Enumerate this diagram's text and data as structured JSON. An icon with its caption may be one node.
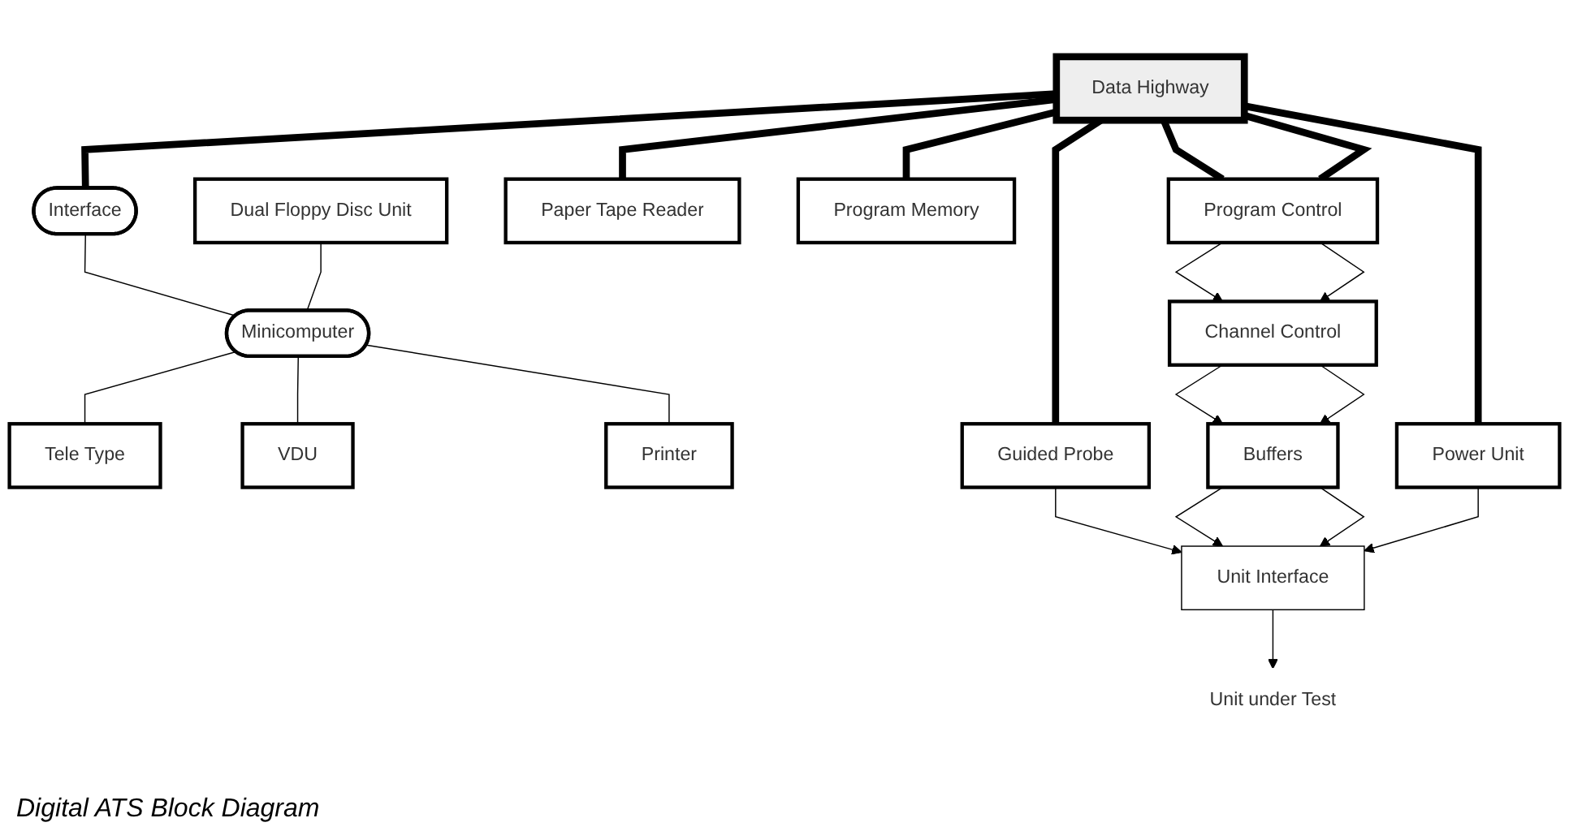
{
  "diagram": {
    "caption": "Digital ATS Block Diagram",
    "nodes": [
      {
        "text": [
          "Data Highway"
        ]
      },
      {
        "text": [
          "Interface"
        ]
      },
      {
        "text": [
          "Guided Probe"
        ]
      },
      {
        "text": [
          "Paper Tape Reader"
        ]
      },
      {
        "text": [
          "Program Memory"
        ]
      },
      {
        "text": [
          "Program Control"
        ]
      },
      {
        "text": [
          "Dual Floppy Disc Unit"
        ]
      },
      {
        "text": [
          "Minicomputer"
        ]
      },
      {
        "text": [
          "Channel Control"
        ]
      },
      {
        "text": [
          "Tele Type"
        ]
      },
      {
        "text": [
          "VDU"
        ]
      },
      {
        "text": [
          "Printer"
        ]
      },
      {
        "text": [
          "Buffers"
        ]
      },
      {
        "text": [
          "Power Unit"
        ]
      },
      {
        "text": [
          "Unit Interface"
        ]
      },
      {
        "text": [
          "Unit under Test"
        ]
      }
    ],
    "edges": [
      {
        "from": 0,
        "to": 1,
        "arrow": "none",
        "style": "thick"
      },
      {
        "from": 0,
        "to": 2,
        "arrow": "none",
        "style": "thick"
      },
      {
        "from": 0,
        "to": 3,
        "arrow": "none",
        "style": "thick"
      },
      {
        "from": 0,
        "to": 4,
        "arrow": "none",
        "style": "thick"
      },
      {
        "from": 0,
        "to": 5,
        "arrow": "none",
        "style": "thick"
      },
      {
        "from": 0,
        "to": 5,
        "arrow": "none",
        "style": "thick"
      },
      {
        "from": 0,
        "to": 13,
        "arrow": "none",
        "style": "thick"
      },
      {
        "from": 1,
        "to": 7,
        "arrow": "none"
      },
      {
        "from": 6,
        "to": 7,
        "arrow": "none"
      },
      {
        "from": 7,
        "to": 9,
        "arrow": "none"
      },
      {
        "from": 7,
        "to": 10,
        "arrow": "none"
      },
      {
        "from": 7,
        "to": 11,
        "arrow": "none"
      },
      {
        "from": 5,
        "to": 8,
        "arrow": "to"
      },
      {
        "from": 5,
        "to": 8,
        "arrow": "to"
      },
      {
        "from": 8,
        "to": 12,
        "arrow": "to"
      },
      {
        "from": 8,
        "to": 12,
        "arrow": "to"
      },
      {
        "from": 2,
        "to": 14,
        "arrow": "to"
      },
      {
        "from": 12,
        "to": 14,
        "arrow": "to"
      },
      {
        "from": 12,
        "to": 14,
        "arrow": "to"
      },
      {
        "from": 13,
        "to": 14,
        "arrow": "to"
      },
      {
        "from": 14,
        "to": 15,
        "arrow": "to"
      }
    ]
  }
}
